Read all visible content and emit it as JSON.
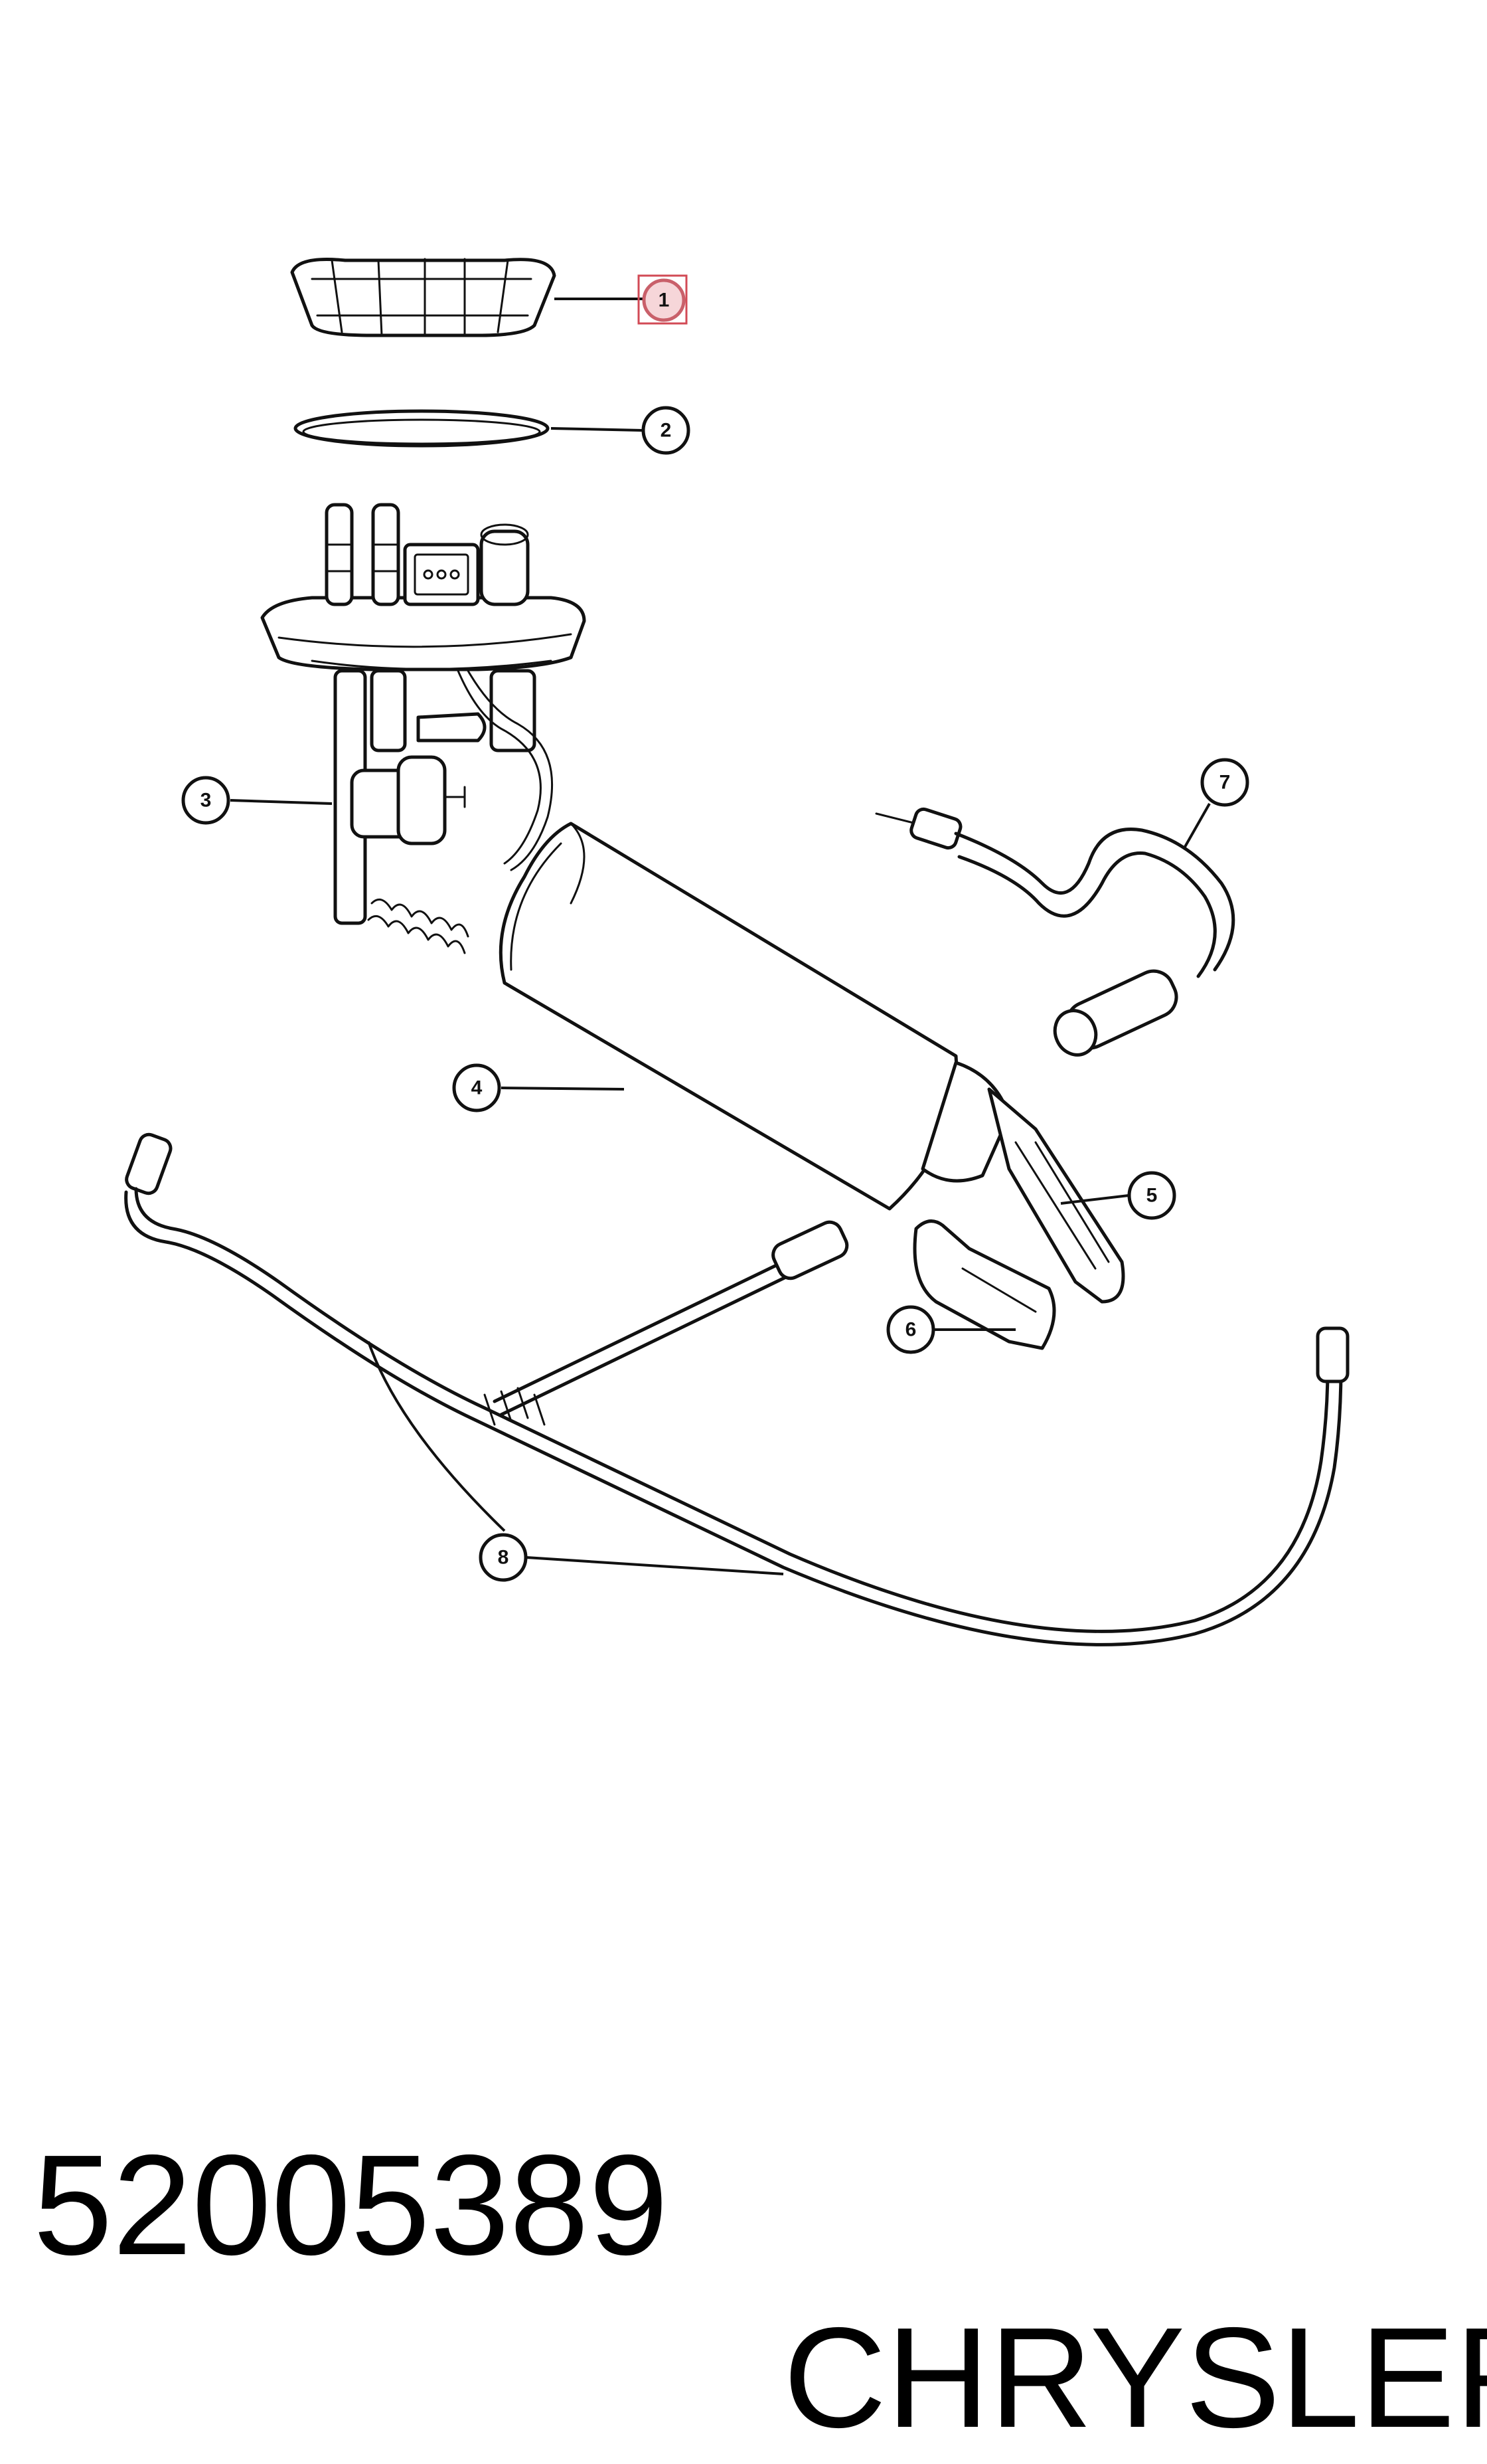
{
  "callouts": [
    {
      "id": "1",
      "label": "1"
    },
    {
      "id": "2",
      "label": "2"
    },
    {
      "id": "3",
      "label": "3"
    },
    {
      "id": "4",
      "label": "4"
    },
    {
      "id": "5",
      "label": "5"
    },
    {
      "id": "6",
      "label": "6"
    },
    {
      "id": "7",
      "label": "7"
    },
    {
      "id": "8",
      "label": "8"
    }
  ],
  "caption": {
    "part_number": "52005389",
    "brand": "CHRYSLER"
  }
}
